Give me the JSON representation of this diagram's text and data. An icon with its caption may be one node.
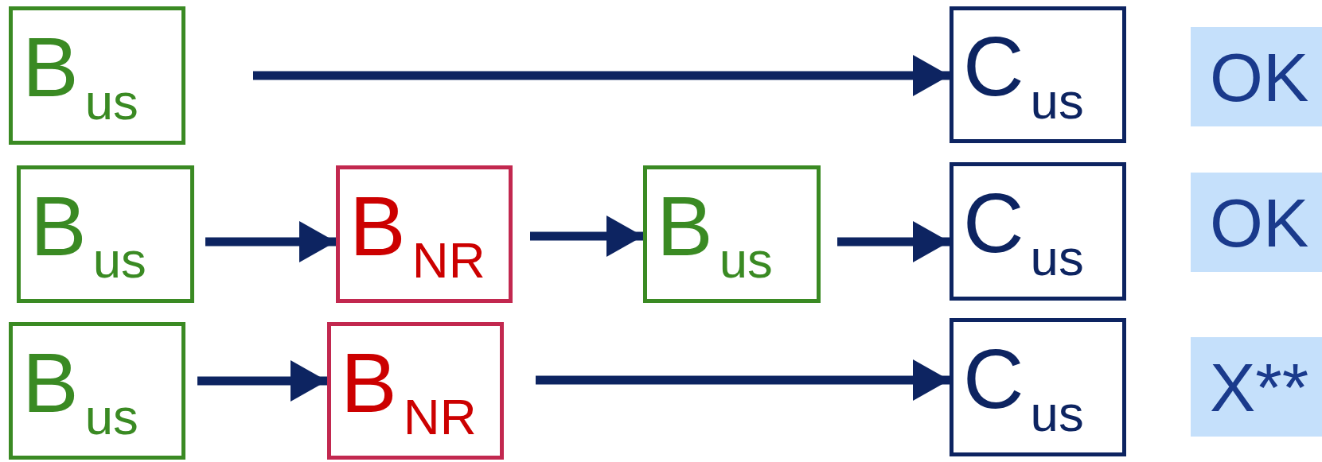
{
  "diagram": {
    "nodes": [
      {
        "text": [
          "B$_{us}$"
        ]
      },
      {
        "text": [
          "C$_{us}$"
        ]
      },
      {
        "text": [
          "OK"
        ]
      },
      {
        "text": [
          "B$_{us}$"
        ]
      },
      {
        "text": [
          "B$_{NR}$"
        ]
      },
      {
        "text": [
          "B$_{us}$"
        ]
      },
      {
        "text": [
          "C$_{us}$"
        ]
      },
      {
        "text": [
          "OK"
        ]
      },
      {
        "text": [
          "B$_{us}$"
        ]
      },
      {
        "text": [
          "B$_{NR}$"
        ]
      },
      {
        "text": [
          "C$_{us}$"
        ]
      },
      {
        "text": [
          "X**"
        ]
      }
    ],
    "edges": [
      {
        "from": 0,
        "to": 1,
        "arrow": "to"
      },
      {
        "from": 3,
        "to": 4,
        "arrow": "to"
      },
      {
        "from": 4,
        "to": 5,
        "arrow": "to"
      },
      {
        "from": 5,
        "to": 6,
        "arrow": "to"
      },
      {
        "from": 8,
        "to": 9,
        "arrow": "to"
      },
      {
        "from": 9,
        "to": 10,
        "arrow": "to"
      }
    ]
  }
}
